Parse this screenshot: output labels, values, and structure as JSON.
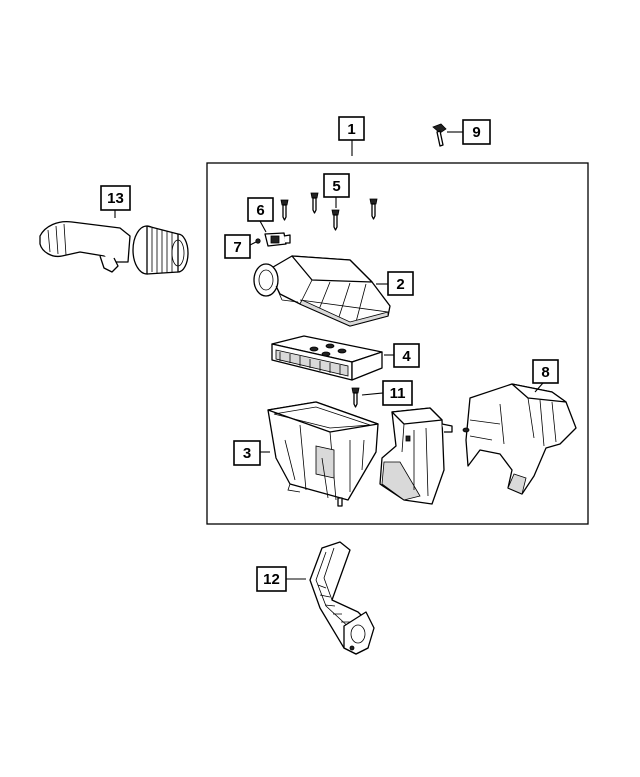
{
  "callouts": {
    "c1": "1",
    "c2": "2",
    "c3": "3",
    "c4": "4",
    "c5": "5",
    "c6": "6",
    "c7": "7",
    "c8": "8",
    "c9": "9",
    "c11": "11",
    "c12": "12",
    "c13": "13"
  }
}
